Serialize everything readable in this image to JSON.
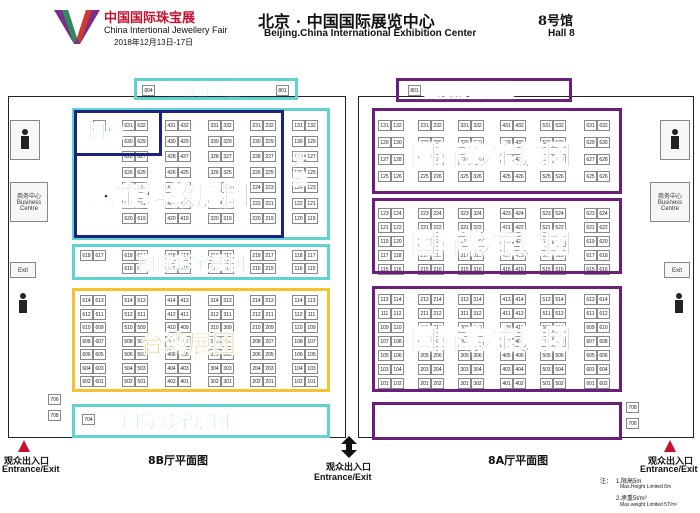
{
  "header": {
    "logo_cn": "中国国际珠宝展",
    "logo_en": "China Intertional Jewellery Fair",
    "date": "2018年12月13日-17日",
    "venue_cn": "北京 · 中国国际展览中心",
    "venue_en": "Beijing.China International Exhibition Center",
    "hall_cn": "8号馆",
    "hall_en": "Hall 8"
  },
  "zones": {
    "organizer_office": "主办办公室",
    "inspection": "国检",
    "jewelry_science": "珠宝科教展团",
    "tianya": "天雅",
    "intl_gem_8b_mid": "国际彩宝展团",
    "taiwan": "台湾展团",
    "intl_gem_8b_bottom": "国际彩宝展团",
    "intl_gem_8a_top": "国际彩宝展团",
    "intl_gem_8a_block1": "国际彩宝展团",
    "intl_gem_8a_block2": "国际彩宝展团",
    "intl_gem_8a_block3": "国际彩宝展团",
    "intl_gem_8a_bottom": "国际彩宝展团"
  },
  "booths": {
    "top_left": [
      "804",
      "801"
    ],
    "top_right": [
      "801"
    ],
    "left_top_rows": [
      [
        "632",
        "631",
        "632",
        "431",
        "432",
        "331",
        "332",
        "231",
        "232",
        "131",
        "132"
      ],
      [
        "630",
        "629",
        "430",
        "429",
        "330",
        "329",
        "230",
        "229",
        "130",
        "129"
      ],
      [
        "628",
        "627",
        "428",
        "427",
        "328",
        "327",
        "228",
        "227",
        "128",
        "127"
      ],
      [
        "626",
        "625",
        "426",
        "425",
        "326",
        "325",
        "226",
        "225",
        "126",
        "125"
      ],
      [
        "624",
        "623",
        "424",
        "423",
        "324",
        "323",
        "224",
        "223",
        "124",
        "123"
      ],
      [
        "622",
        "621",
        "422",
        "421",
        "322",
        "321",
        "222",
        "221",
        "122",
        "121"
      ],
      [
        "620",
        "619",
        "420",
        "419",
        "320",
        "319",
        "220",
        "219",
        "120",
        "119"
      ]
    ],
    "left_mid_rows": [
      [
        "618",
        "617",
        "618",
        "617",
        "418",
        "417",
        "318",
        "317",
        "218",
        "217",
        "118",
        "117"
      ],
      [
        "616",
        "615",
        "416",
        "415",
        "316",
        "315",
        "216",
        "215",
        "116",
        "115"
      ]
    ],
    "left_bottom_rows": [
      [
        "614",
        "613",
        "514",
        "513",
        "414",
        "413",
        "314",
        "313",
        "214",
        "213",
        "114",
        "113"
      ],
      [
        "612",
        "611",
        "512",
        "511",
        "412",
        "411",
        "312",
        "311",
        "212",
        "211",
        "112",
        "111"
      ],
      [
        "610",
        "609",
        "510",
        "509",
        "410",
        "409",
        "310",
        "309",
        "210",
        "209",
        "110",
        "109"
      ],
      [
        "608",
        "607",
        "508",
        "507",
        "408",
        "407",
        "308",
        "307",
        "208",
        "207",
        "108",
        "107"
      ],
      [
        "606",
        "605",
        "506",
        "505",
        "406",
        "405",
        "306",
        "305",
        "206",
        "205",
        "106",
        "105"
      ],
      [
        "604",
        "603",
        "504",
        "503",
        "404",
        "403",
        "304",
        "303",
        "204",
        "203",
        "104",
        "103"
      ],
      [
        "602",
        "601",
        "502",
        "501",
        "402",
        "401",
        "302",
        "301",
        "202",
        "201",
        "102",
        "101"
      ]
    ],
    "right_rows_1": [
      [
        "131",
        "132",
        "231",
        "232",
        "331",
        "332",
        "431",
        "432",
        "531",
        "532",
        "631",
        "632"
      ],
      [
        "129",
        "130",
        "229",
        "230",
        "329",
        "330",
        "429",
        "430",
        "529",
        "530",
        "629",
        "630"
      ],
      [
        "127",
        "128",
        "227",
        "228",
        "327",
        "328",
        "427",
        "428",
        "527",
        "528",
        "627",
        "628"
      ],
      [
        "125",
        "126",
        "225",
        "226",
        "325",
        "326",
        "425",
        "426",
        "525",
        "526",
        "625",
        "626"
      ]
    ],
    "right_rows_2": [
      [
        "123",
        "124",
        "223",
        "224",
        "323",
        "324",
        "423",
        "424",
        "523",
        "524",
        "623",
        "624"
      ],
      [
        "121",
        "122",
        "221",
        "222",
        "321",
        "322",
        "421",
        "422",
        "521",
        "522",
        "621",
        "622"
      ],
      [
        "119",
        "120",
        "219",
        "220",
        "319",
        "320",
        "419",
        "420",
        "519",
        "520",
        "619",
        "620"
      ],
      [
        "117",
        "118",
        "217",
        "218",
        "317",
        "318",
        "417",
        "418",
        "517",
        "518",
        "617",
        "618"
      ],
      [
        "115",
        "116",
        "215",
        "216",
        "315",
        "316",
        "415",
        "416",
        "515",
        "516",
        "615",
        "616"
      ]
    ],
    "right_rows_3": [
      [
        "113",
        "114",
        "213",
        "214",
        "313",
        "314",
        "413",
        "414",
        "513",
        "514",
        "613",
        "614"
      ],
      [
        "111",
        "112",
        "211",
        "212",
        "311",
        "312",
        "411",
        "412",
        "511",
        "512",
        "611",
        "612"
      ],
      [
        "109",
        "110",
        "209",
        "210",
        "309",
        "310",
        "409",
        "410",
        "509",
        "510",
        "609",
        "610"
      ],
      [
        "107",
        "108",
        "207",
        "208",
        "307",
        "308",
        "407",
        "408",
        "507",
        "508",
        "607",
        "608"
      ],
      [
        "105",
        "106",
        "205",
        "206",
        "305",
        "306",
        "405",
        "406",
        "505",
        "506",
        "605",
        "606"
      ],
      [
        "103",
        "104",
        "203",
        "204",
        "303",
        "304",
        "403",
        "404",
        "503",
        "504",
        "603",
        "604"
      ],
      [
        "101",
        "102",
        "201",
        "202",
        "301",
        "302",
        "401",
        "402",
        "501",
        "502",
        "601",
        "602"
      ]
    ],
    "bottom_left": [
      "706",
      "708",
      "704"
    ],
    "bottom_right": [
      "708",
      "706"
    ]
  },
  "side": {
    "left_service_cn": "商务中心",
    "left_service_en": "Business Centre",
    "right_service_cn": "商务中心",
    "right_service_en": "Business Centre",
    "left_exit_small": "Exit",
    "right_exit_small": "Exit"
  },
  "footer": {
    "left_entrance_cn": "观众出入口",
    "left_entrance_en": "Entrance/Exit",
    "center_entrance_cn": "观众出入口",
    "center_entrance_en": "Entrance/Exit",
    "right_entrance_cn": "观众出入口",
    "right_entrance_en": "Entrance/Exit",
    "plan_8b": "8B厅平面图",
    "plan_8a": "8A厅平面图",
    "note_label": "注：",
    "note_1": "1.限高5m",
    "note_1_en": "Max.Height Limited 6m",
    "note_2": "2.承重5t/m²",
    "note_2_en": "Max.weight Limited 5T/m²"
  },
  "colors": {
    "cyan_border": "#5fd3cf",
    "navy_border": "#1a237e",
    "yellow_border": "#f4c430",
    "purple_border": "#6b1f7a",
    "logo_red": "#c8102e",
    "green_text": "#1f5e44"
  }
}
